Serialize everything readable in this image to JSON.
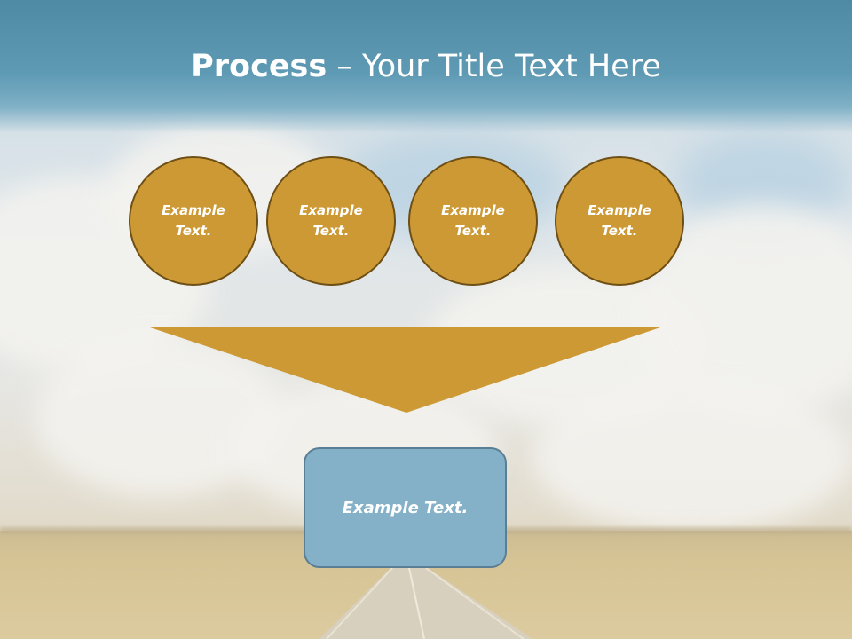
{
  "slide": {
    "title_bold": "Process",
    "title_rest": " – Your Title Text Here"
  },
  "steps": [
    {
      "line1": "Example",
      "line2": "Text."
    },
    {
      "line1": "Example",
      "line2": "Text."
    },
    {
      "line1": "Example",
      "line2": "Text."
    },
    {
      "line1": "Example",
      "line2": "Text."
    }
  ],
  "result": {
    "label": "Example Text."
  },
  "colors": {
    "circle_fill": "#cc9934",
    "circle_border": "#6e4f15",
    "funnel_fill": "#cc9934",
    "box_fill": "#84b1c8",
    "box_border": "#5a7f95",
    "title_band": "#5e9ab4"
  }
}
